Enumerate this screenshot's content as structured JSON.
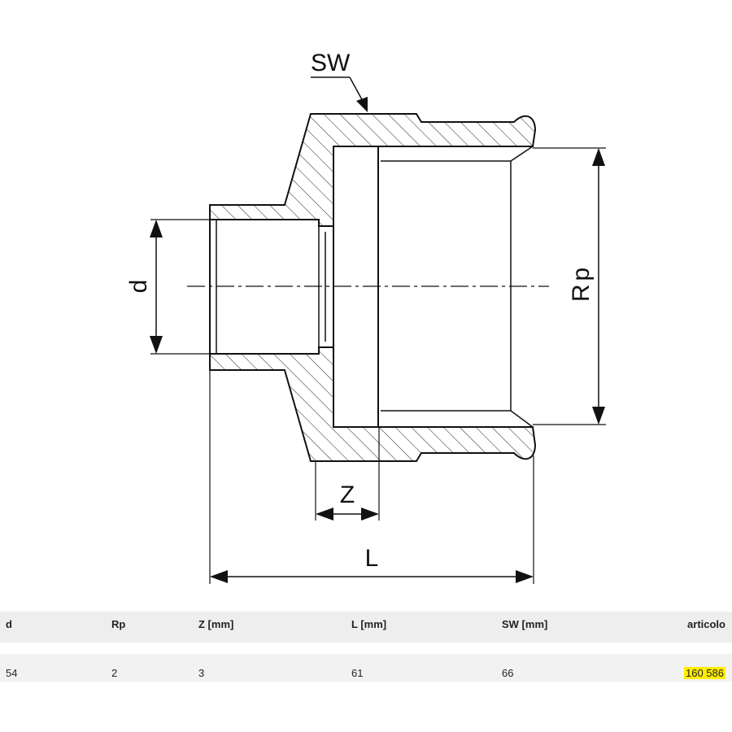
{
  "drawing": {
    "labels": {
      "sw": "SW",
      "d": "d",
      "rp": "Rp",
      "z": "Z",
      "l": "L"
    },
    "line_color": "#111111"
  },
  "table": {
    "headers": [
      "d",
      "Rp",
      "Z [mm]",
      "L [mm]",
      "SW [mm]",
      "articolo"
    ],
    "rows": [
      [
        "54",
        "2",
        "3",
        "61",
        "66",
        "160 586"
      ]
    ],
    "highlight_color": "#ffee00"
  }
}
